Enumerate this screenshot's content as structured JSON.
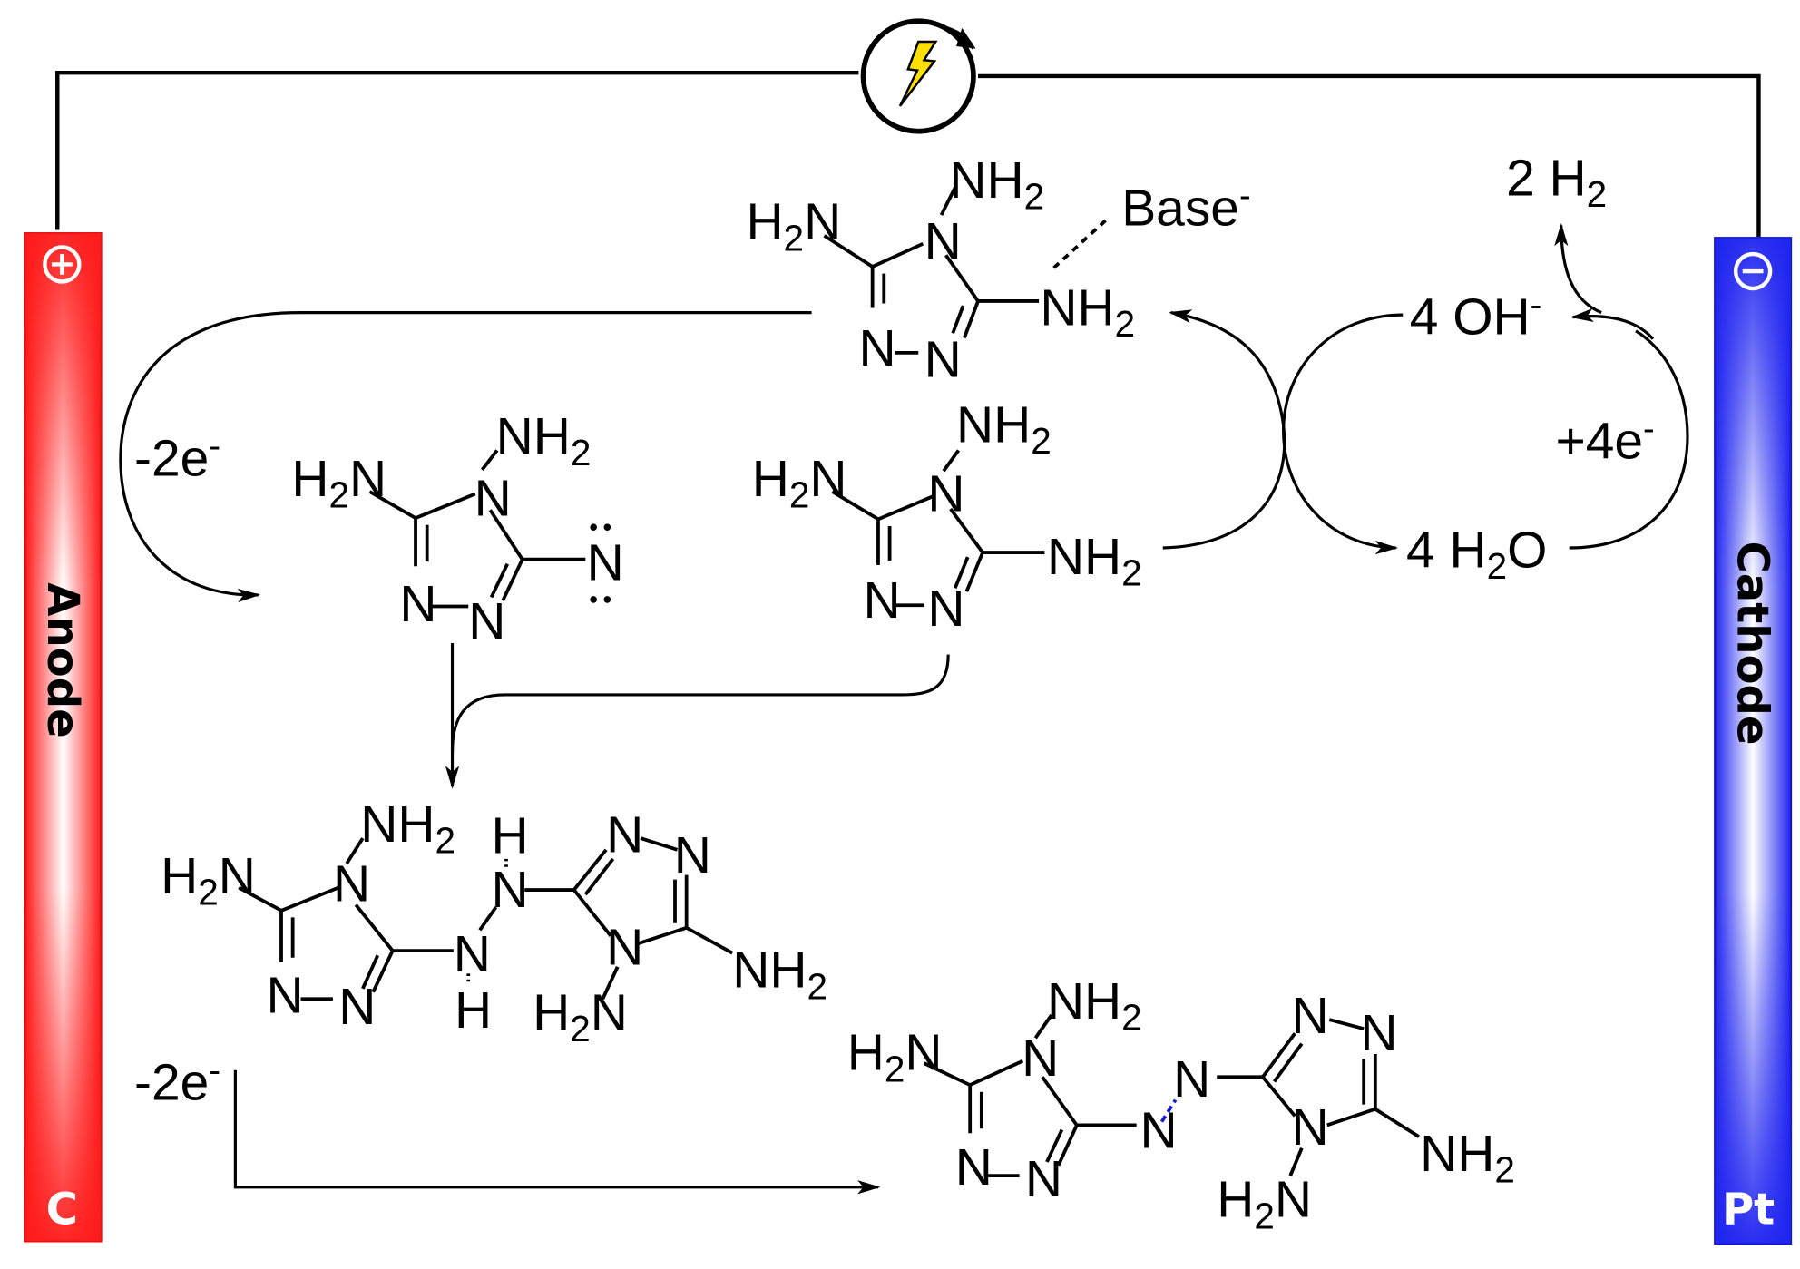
{
  "colors": {
    "anode": "#ff2020",
    "cathode": "#2a2ff5",
    "azo_bond": "#1a1ad6",
    "bolt": "#ffe000"
  },
  "anode": {
    "label": "Anode",
    "material": "C",
    "sign": "+"
  },
  "cathode": {
    "label": "Cathode",
    "material": "Pt",
    "sign": "−"
  },
  "power_source": {
    "icon": "lightning-bolt-icon"
  },
  "texts": {
    "base": "Base",
    "base_charge": "-",
    "oxidation_top": "-2e",
    "oxidation_bottom": "-2e",
    "electron_superscript": "-",
    "reduction": "+4e",
    "reduction_superscript": "-",
    "hydroxide_coeff": "4 OH",
    "hydroxide_charge": "-",
    "water": "4 H",
    "water_sub": "2",
    "water_o": "O",
    "hydrogen": "2 H",
    "hydrogen_sub": "2"
  },
  "molecules": {
    "reactant_ring": {
      "atoms": [
        "N",
        "N",
        "N"
      ],
      "substituents": [
        "H2N",
        "NH2",
        "NH2"
      ]
    },
    "nitrene": {
      "nitrene_atom": "N"
    },
    "hydrazo_product": {
      "bridge": [
        "N",
        "N"
      ],
      "bridge_h": [
        "H",
        "H"
      ]
    },
    "azo_product": {
      "bridge": [
        "N",
        "N"
      ]
    }
  }
}
